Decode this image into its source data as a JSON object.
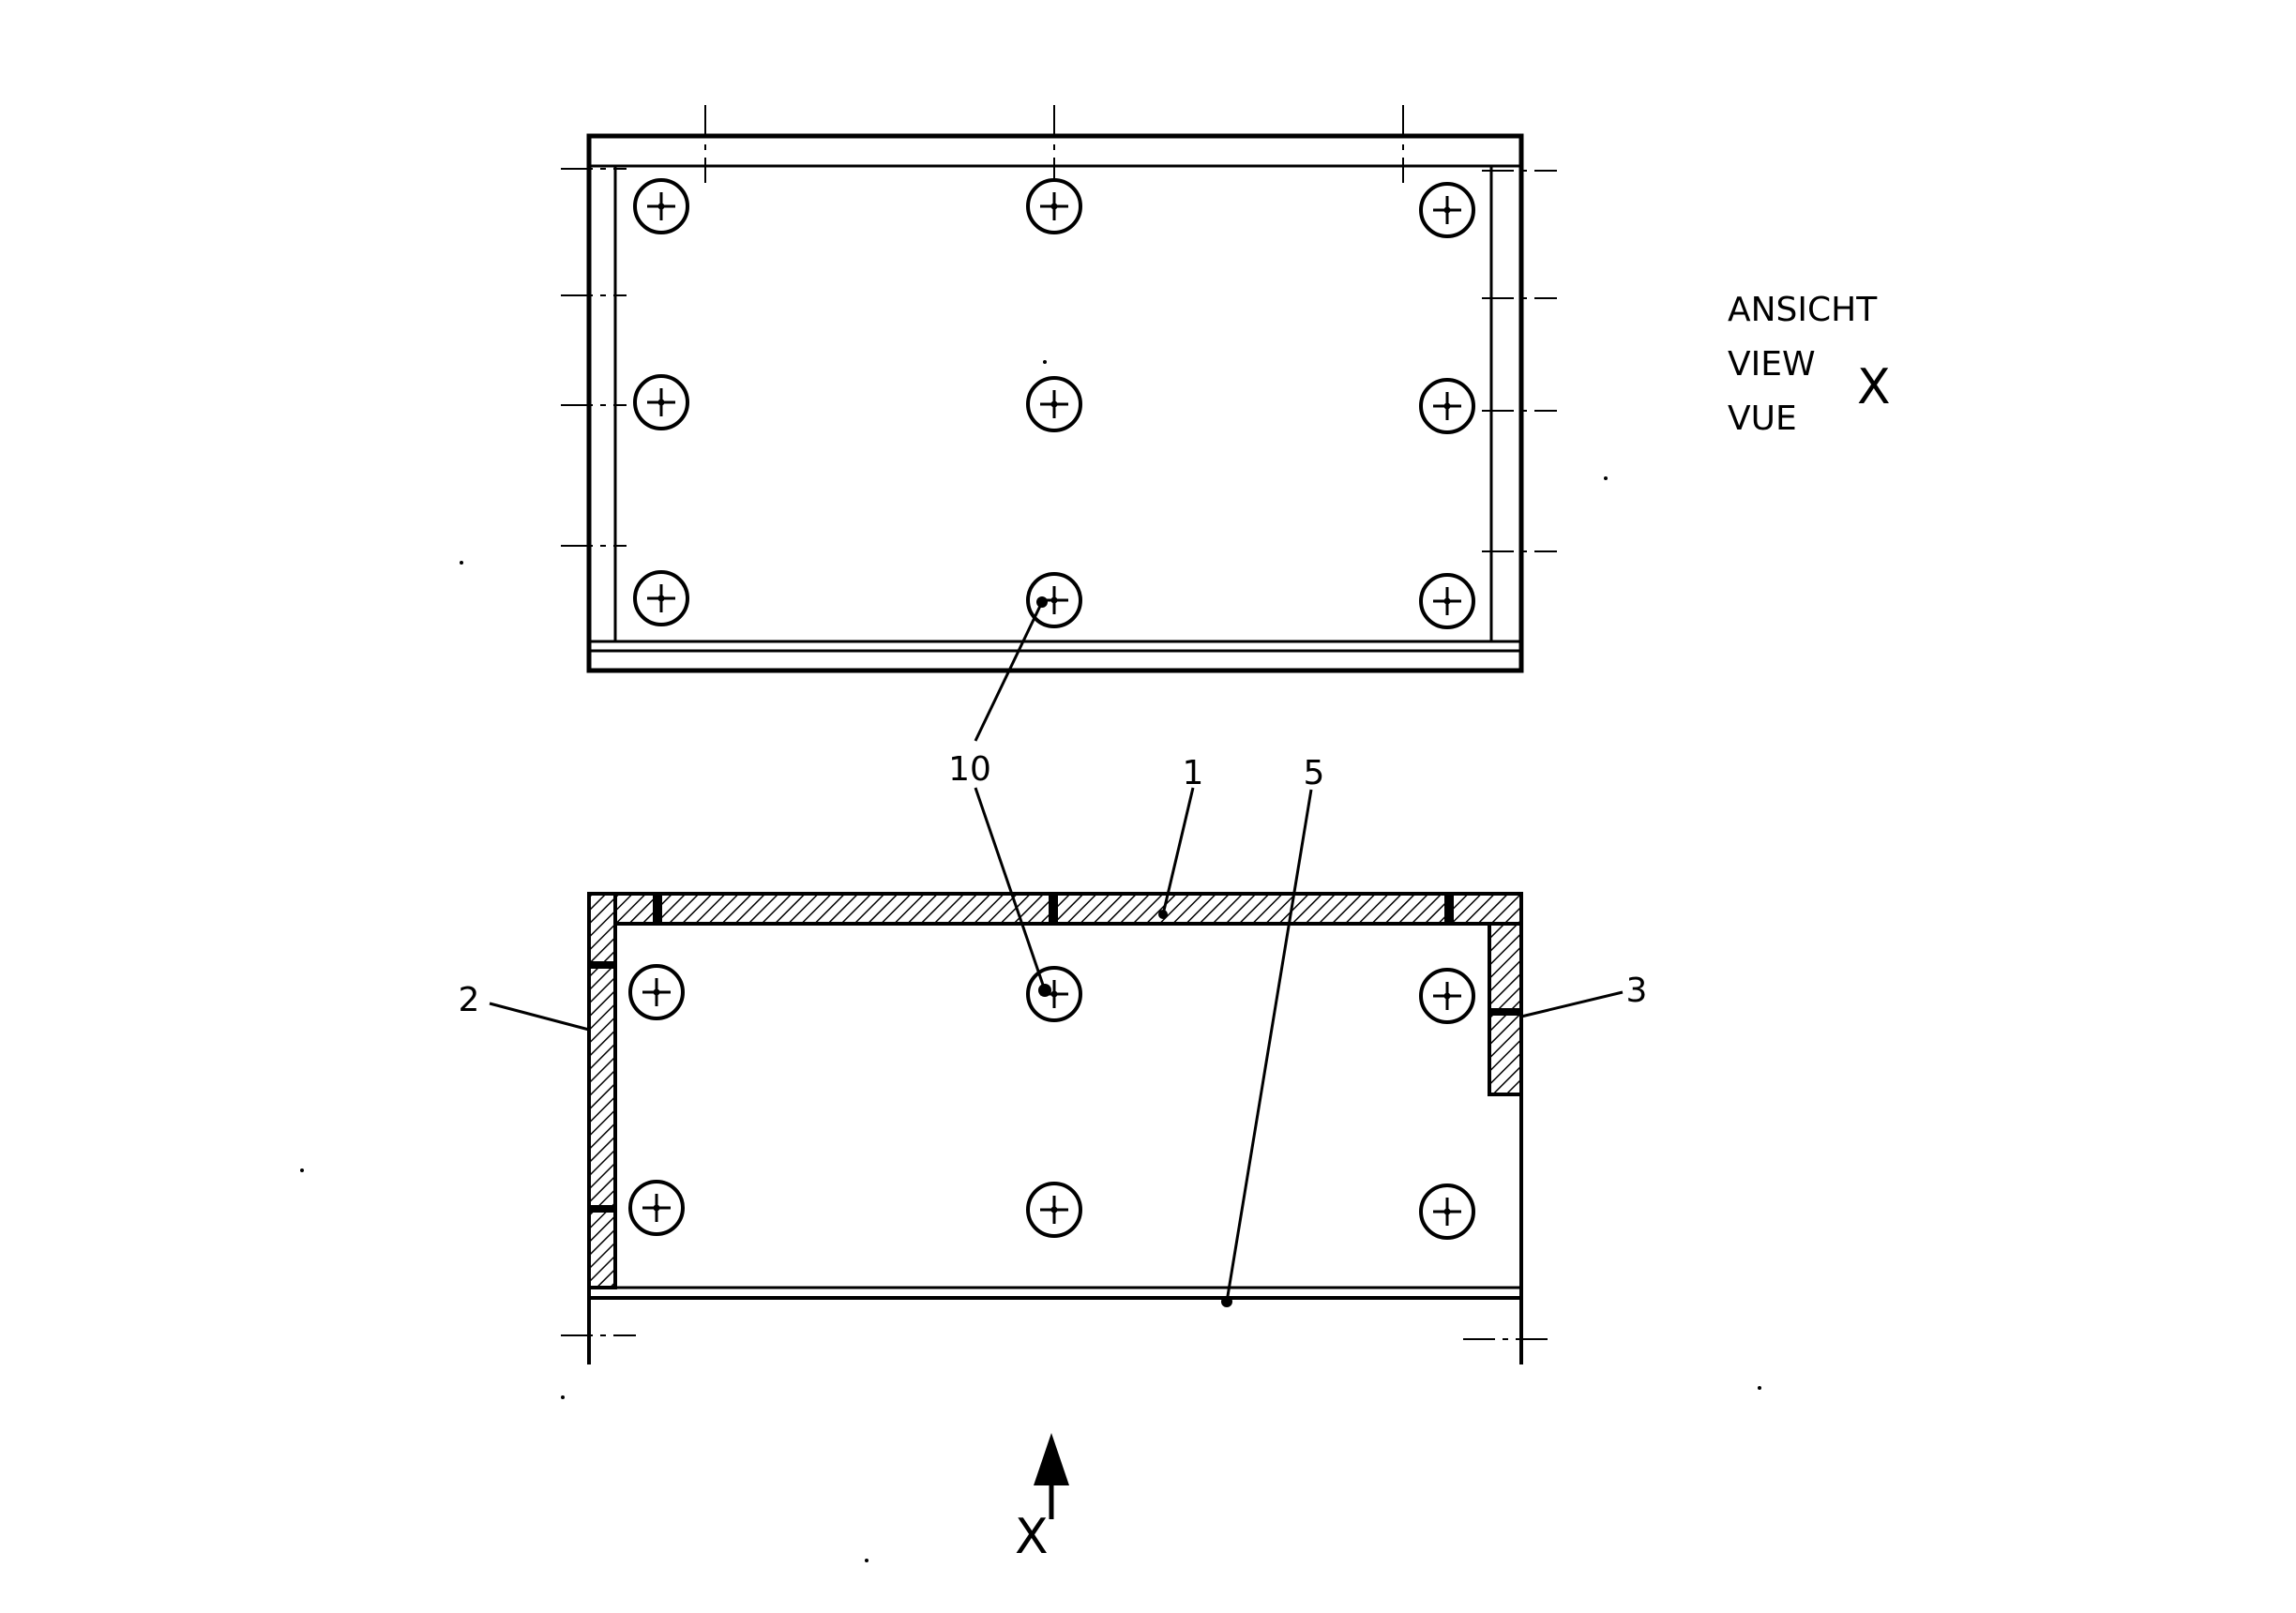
{
  "view_legend": {
    "line_de": "ANSICHT",
    "line_en": "VIEW",
    "line_fr": "VUE",
    "letter": "X"
  },
  "callouts": {
    "ref_10": "10",
    "ref_1": "1",
    "ref_5": "5",
    "ref_2": "2",
    "ref_3": "3"
  },
  "view_arrow": {
    "letter": "X"
  },
  "icons": {
    "screw": "screw-head-icon",
    "arrow": "arrow-up-icon"
  },
  "colors": {
    "ink": "#000000",
    "paper": "#ffffff"
  }
}
